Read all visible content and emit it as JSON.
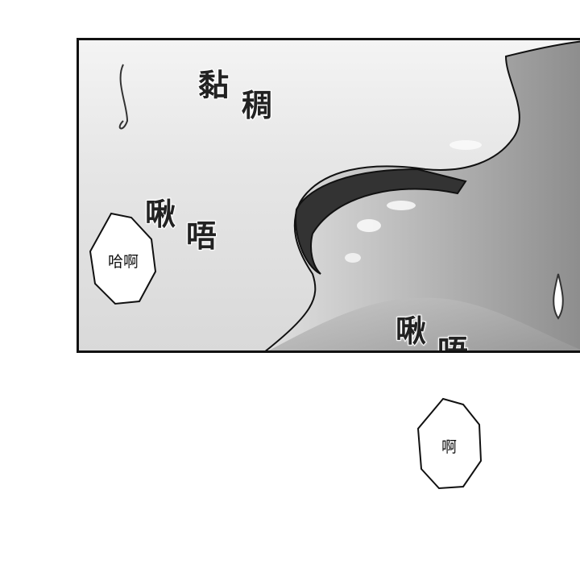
{
  "panel": {
    "sfx": [
      {
        "text": "黏"
      },
      {
        "text": "稠"
      },
      {
        "text": "啾"
      },
      {
        "text": "唔"
      },
      {
        "text": "啾"
      },
      {
        "text": "唔"
      }
    ],
    "bubbles": [
      {
        "text": "哈啊"
      },
      {
        "text": "啊"
      }
    ]
  }
}
